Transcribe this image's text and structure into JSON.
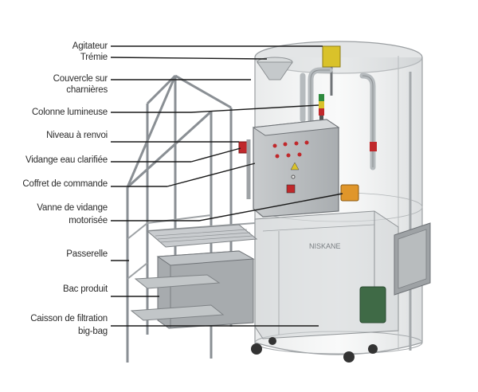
{
  "labels": [
    {
      "id": "agitateur",
      "text": "Agitateur"
    },
    {
      "id": "tremie",
      "text": "Trémie"
    },
    {
      "id": "couvercle-l1",
      "text": "Couvercle sur"
    },
    {
      "id": "couvercle-l2",
      "text": "charnières"
    },
    {
      "id": "colonne",
      "text": "Colonne lumineuse"
    },
    {
      "id": "niveau",
      "text": "Niveau à renvoi"
    },
    {
      "id": "vidange-eau",
      "text": "Vidange eau clarifiée"
    },
    {
      "id": "coffret",
      "text": "Coffret de commande"
    },
    {
      "id": "vanne-l1",
      "text": "Vanne de vidange"
    },
    {
      "id": "vanne-l2",
      "text": "motorisée"
    },
    {
      "id": "passerelle",
      "text": "Passerelle"
    },
    {
      "id": "bac",
      "text": "Bac produit"
    },
    {
      "id": "caisson-l1",
      "text": "Caisson de filtration"
    },
    {
      "id": "caisson-l2",
      "text": "big-bag"
    }
  ],
  "logo": {
    "text": "NISKANE"
  },
  "colors": {
    "frame": "#8a8f94",
    "glass": "#c9cdcf",
    "cabinet": "#bfc3c6",
    "line": "#1a1a1a",
    "red": "#c0282b",
    "yellow": "#d9c22a",
    "orange": "#e0962a",
    "green": "#3f6a46"
  }
}
